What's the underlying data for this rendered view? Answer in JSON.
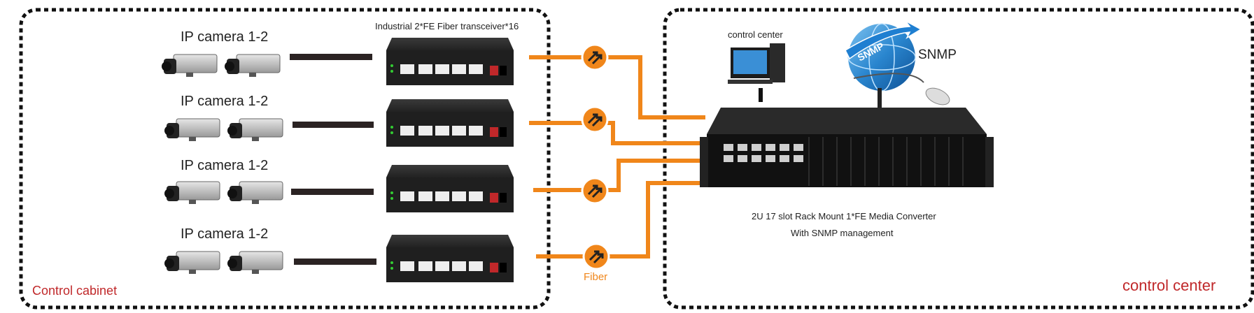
{
  "zones": {
    "left_label": "Control cabinet",
    "right_label": "control center"
  },
  "camera_groups": [
    {
      "label": "IP camera 1-2"
    },
    {
      "label": "IP camera 1-2"
    },
    {
      "label": "IP camera 1-2"
    },
    {
      "label": "IP camera 1-2"
    }
  ],
  "transceiver_label": "Industrial 2*FE Fiber transceiver*16",
  "fiber_label": "Fiber",
  "control_center_pc_label": "control center",
  "snmp": {
    "label": "SNMP",
    "globe_text": "SNMP"
  },
  "rack": {
    "line1": "2U 17 slot Rack Mount  1*FE Media Converter",
    "line2": "With SNMP management"
  },
  "colors": {
    "fiber": "#f0861a",
    "zone_border": "#111111",
    "zone_label": "#c0282a",
    "device_body": "#1f1f1f"
  }
}
